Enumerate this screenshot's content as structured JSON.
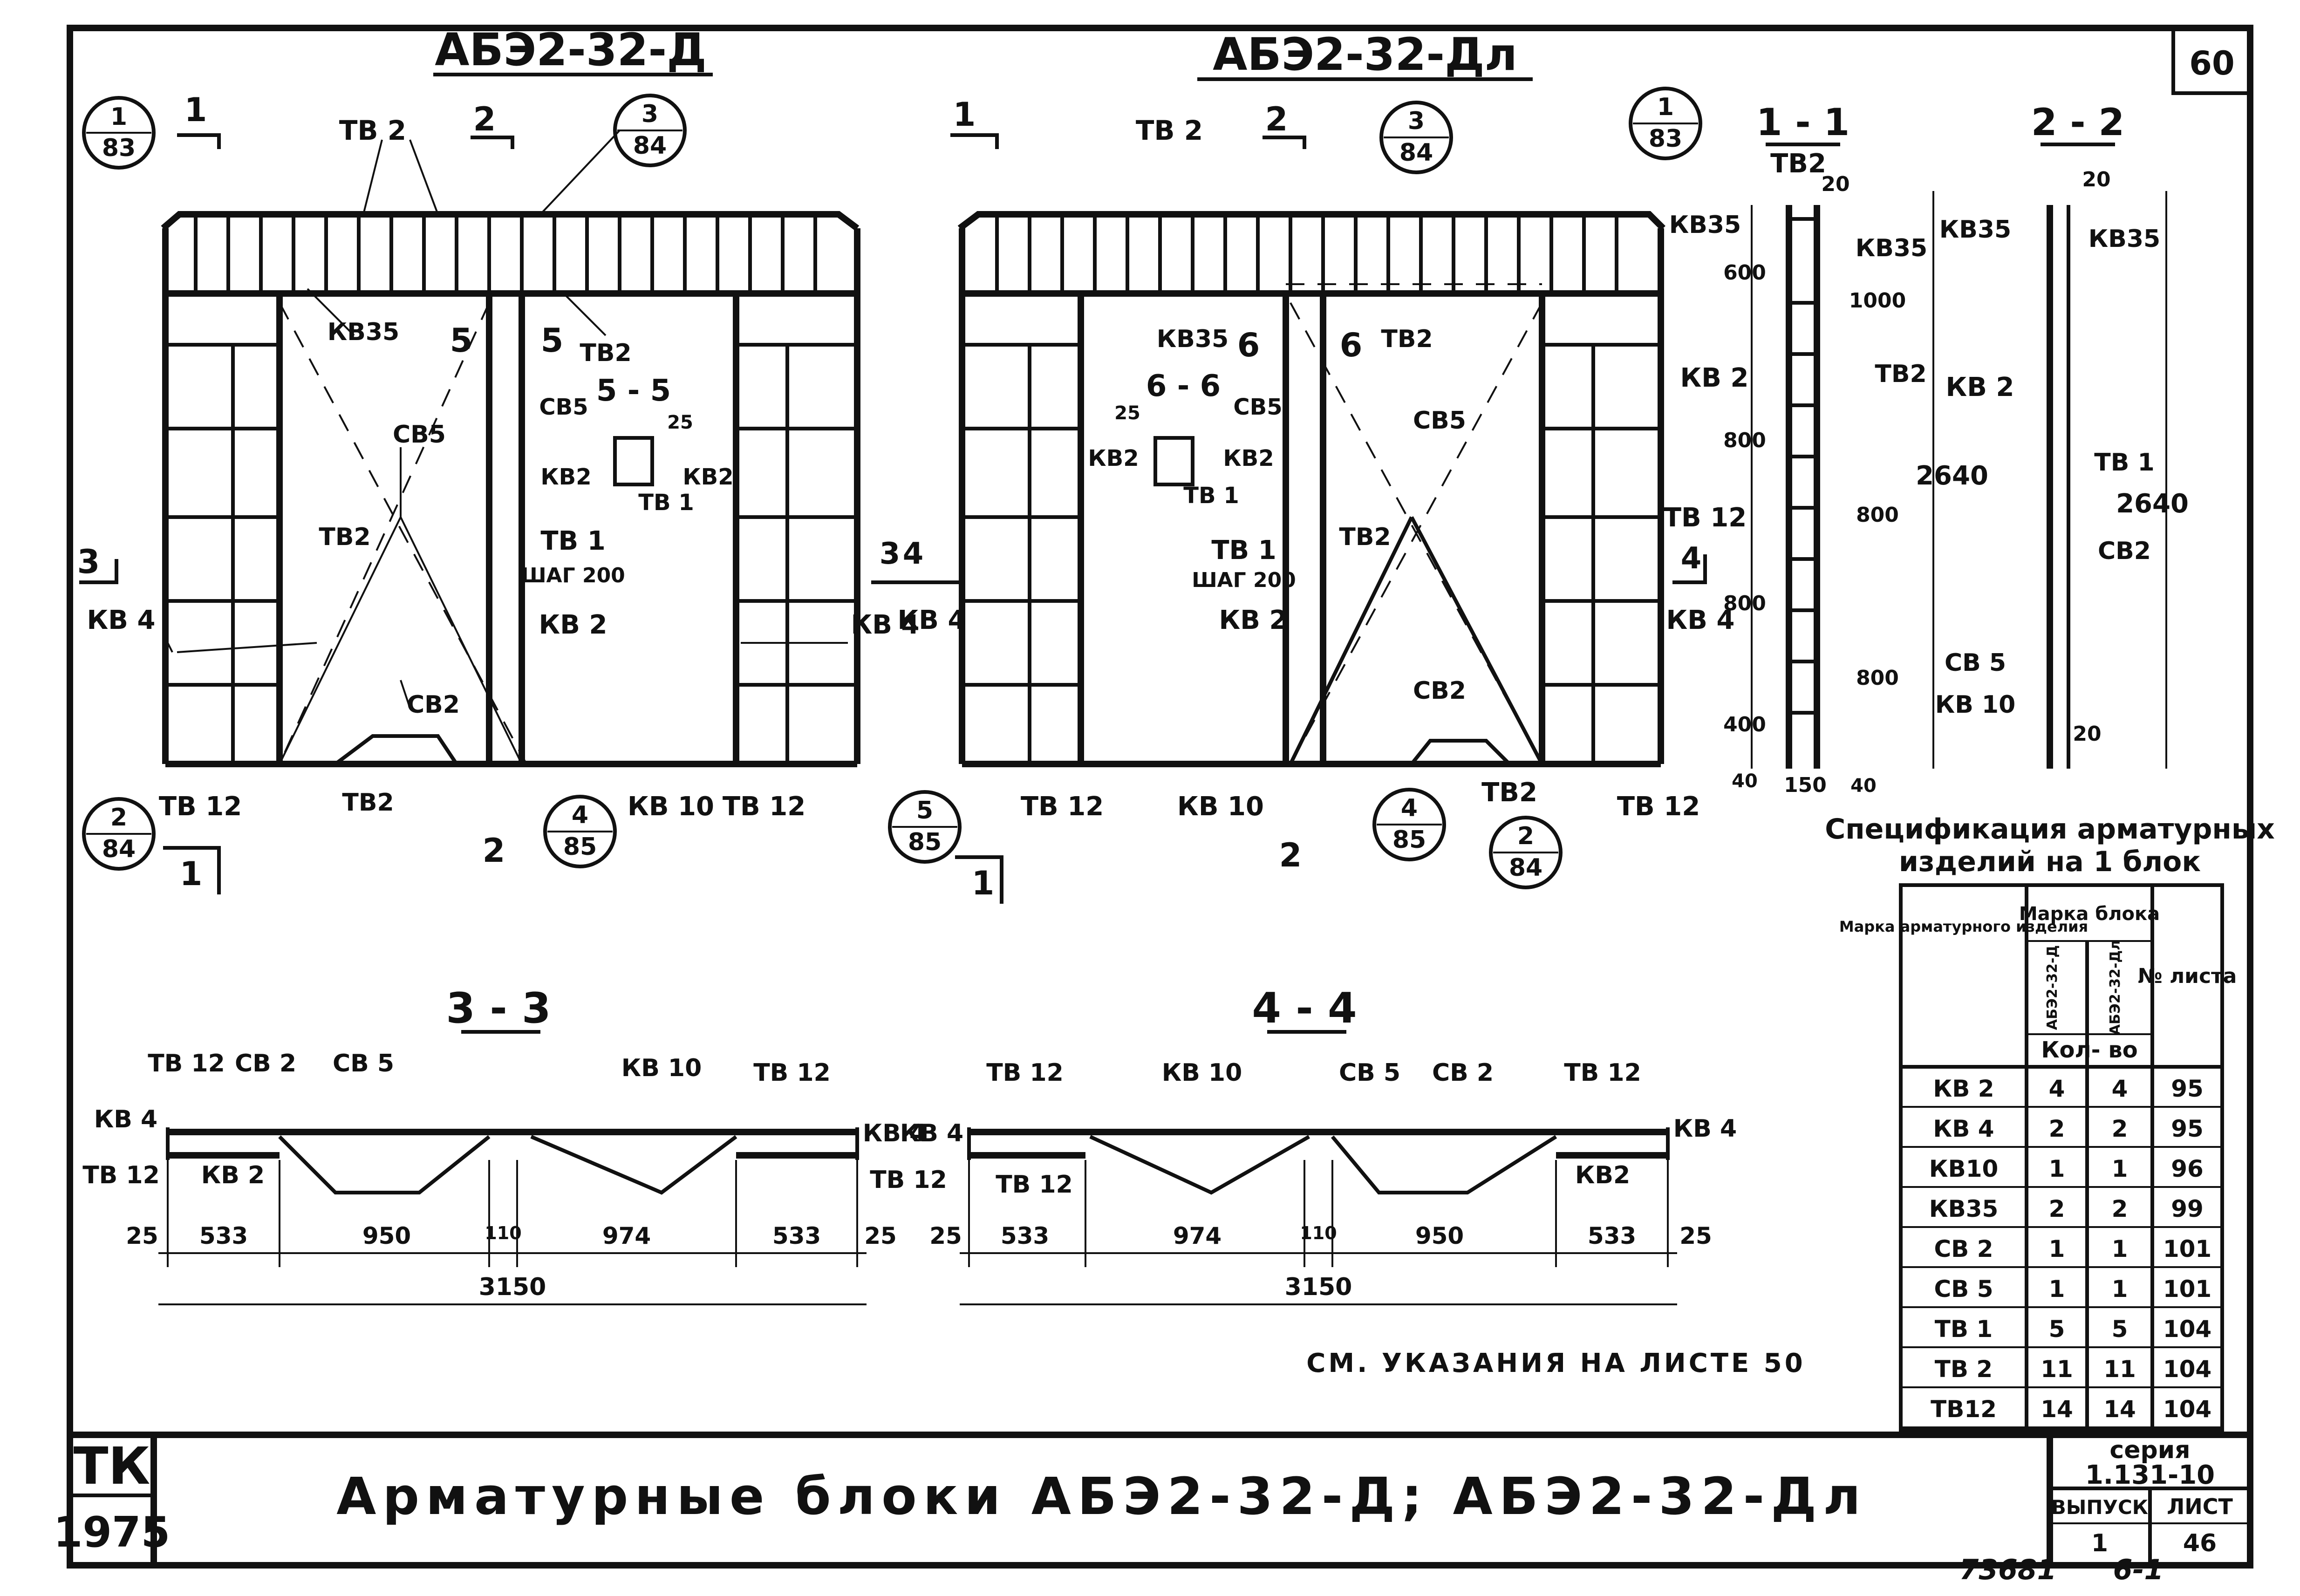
{
  "sheet": {
    "number": "60",
    "title": "Арматурные блоки АБЭ2-32-Д; АБЭ2-32-Дл",
    "stamp_top": "ТК",
    "stamp_year": "1975",
    "note": "СМ. УКАЗАНИЯ НА ЛИСТЕ 50",
    "series_label": "серия",
    "series_value": "1.131-10",
    "issue_label": "ВЫПУСК",
    "issue_value": "1",
    "sheet_label": "ЛИСТ",
    "sheet_value": "46",
    "handwritten_left": "73681",
    "handwritten_right": "6-1"
  },
  "views": {
    "left_title": "АБЭ2-32-Д",
    "right_title": "АБЭ2-32-Дл",
    "sec_1_1": "1 - 1",
    "sec_2_2": "2 - 2",
    "sec_3_3": "3 - 3",
    "sec_4_4": "4 - 4",
    "sec_5_5": "5 - 5",
    "sec_6_6": "6 - 6"
  },
  "labels": {
    "tv2": "ТВ 2",
    "tv1": "ТВ 1",
    "tv12": "ТВ 12",
    "tb2": "ТВ2",
    "kv2": "КВ 2",
    "kv2b": "КВ2",
    "kv4": "КВ 4",
    "kv10": "КВ 10",
    "kv35": "КВ35",
    "sv2": "СВ2",
    "sv5": "СВ5",
    "sv5b": "СВ 5",
    "sv2b": "СВ 2",
    "step": "ШАГ 200",
    "n1": "1",
    "n2": "2",
    "n3": "3",
    "n4": "4",
    "n5": "5",
    "n6": "6"
  },
  "callouts": [
    {
      "num": "1",
      "sheet": "83"
    },
    {
      "num": "3",
      "sheet": "84"
    },
    {
      "num": "2",
      "sheet": "84"
    },
    {
      "num": "4",
      "sheet": "85"
    },
    {
      "num": "5",
      "sheet": "85"
    }
  ],
  "dimensions": {
    "d25": "25",
    "d533": "533",
    "d950": "950",
    "d110": "110",
    "d974": "974",
    "d3150": "3150",
    "d20": "20",
    "d600": "600",
    "d800": "800",
    "d400": "400",
    "d40": "40",
    "d150": "150",
    "d1000": "1000",
    "d2640": "2640"
  },
  "spec": {
    "title1": "Спецификация арматурных",
    "title2": "изделий на 1 блок",
    "col_mark": "Марка арматурного изделия",
    "col_block": "Марка блока",
    "col_a": "АБЭ2-32-Д",
    "col_b": "АБЭ2-32-Дл",
    "col_qty": "Кол- во",
    "col_sheet": "№ листа",
    "rows": [
      {
        "mark": "КВ 2",
        "a": "4",
        "b": "4",
        "sheet": "95"
      },
      {
        "mark": "КВ 4",
        "a": "2",
        "b": "2",
        "sheet": "95"
      },
      {
        "mark": "КВ10",
        "a": "1",
        "b": "1",
        "sheet": "96"
      },
      {
        "mark": "КВ35",
        "a": "2",
        "b": "2",
        "sheet": "99"
      },
      {
        "mark": "СВ 2",
        "a": "1",
        "b": "1",
        "sheet": "101"
      },
      {
        "mark": "СВ 5",
        "a": "1",
        "b": "1",
        "sheet": "101"
      },
      {
        "mark": "ТВ 1",
        "a": "5",
        "b": "5",
        "sheet": "104"
      },
      {
        "mark": "ТВ 2",
        "a": "11",
        "b": "11",
        "sheet": "104"
      },
      {
        "mark": "ТВ12",
        "a": "14",
        "b": "14",
        "sheet": "104"
      }
    ]
  }
}
